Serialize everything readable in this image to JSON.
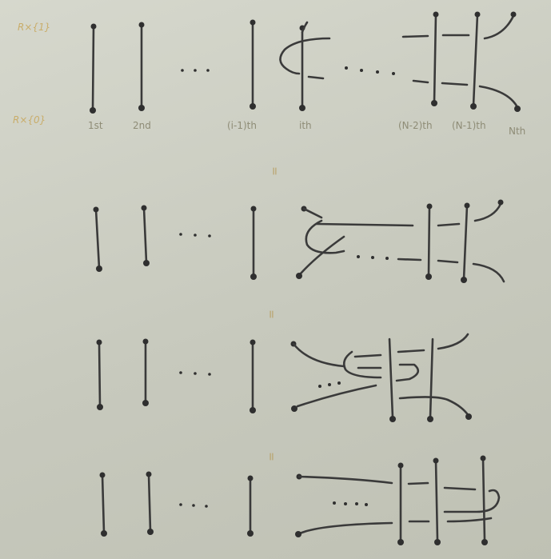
{
  "row_labels": {
    "top": "R×{1}",
    "bottom": "R×{0}"
  },
  "strand_labels": [
    "1st",
    "2nd",
    "(i-1)th",
    "ith",
    "(N-2)th",
    "(N-1)th",
    "Nth"
  ],
  "equals_sign": "="
}
